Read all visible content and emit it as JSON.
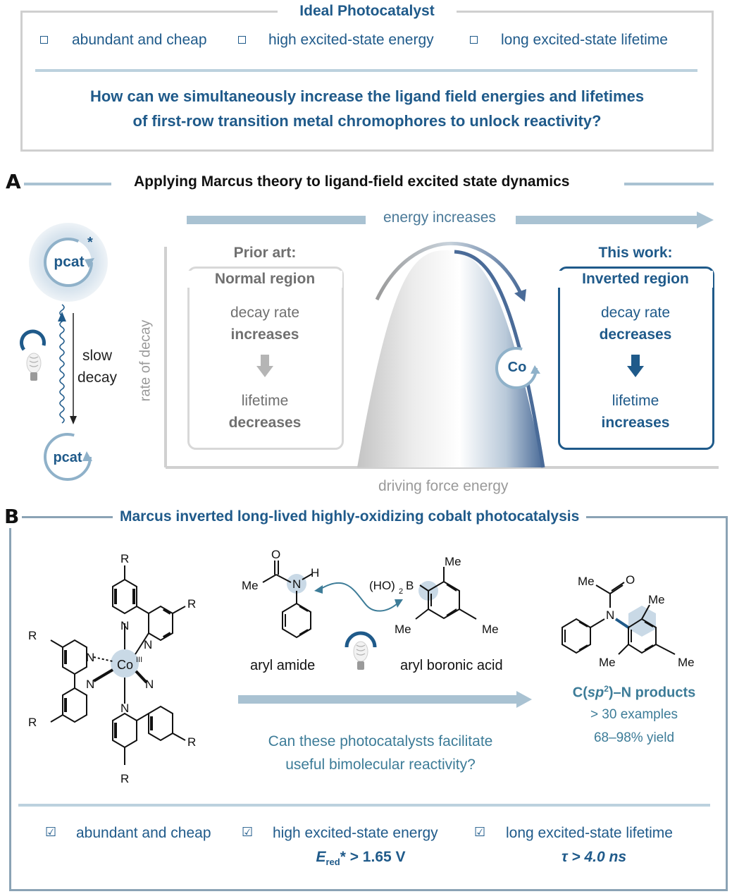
{
  "ideal": {
    "title": "Ideal Photocatalyst",
    "items": [
      "abundant and cheap",
      "high excited-state energy",
      "long excited-state lifetime"
    ],
    "question_line1": "How can we simultaneously increase the ligand field energies and lifetimes",
    "question_line2": "of first-row transition metal chromophores to unlock reactivity?"
  },
  "sectionA": {
    "letter": "A",
    "title": "Applying Marcus theory to ligand-field excited state dynamics",
    "pcat_top": "pcat",
    "pcat_star": "*",
    "pcat_bottom": "pcat",
    "slow_decay_1": "slow",
    "slow_decay_2": "decay",
    "energy_label": "energy increases",
    "y_axis": "rate of decay",
    "x_axis": "driving force energy",
    "prior_title": "Prior art:",
    "prior_region": "Normal region",
    "prior_l1": "decay rate",
    "prior_l2": "increases",
    "prior_l3": "lifetime",
    "prior_l4": "decreases",
    "this_title": "This work:",
    "this_region": "Inverted region",
    "this_l1": "decay rate",
    "this_l2": "decreases",
    "this_l3": "lifetime",
    "this_l4": "increases",
    "co_label": "Co"
  },
  "sectionB": {
    "letter": "B",
    "title": "Marcus inverted long-lived highly-oxidizing cobalt photocatalysis",
    "complex": {
      "R": "R",
      "N": "N",
      "Co": "Co",
      "ox": "III"
    },
    "amide": {
      "O": "O",
      "Me": "Me",
      "N": "N",
      "H": "H",
      "label": "aryl amide"
    },
    "boronic": {
      "HO": "(HO)",
      "two": "2",
      "B": "B",
      "Me": "Me",
      "label": "aryl boronic acid"
    },
    "product": {
      "Me": "Me",
      "O": "O",
      "N": "N"
    },
    "products_title": "C(sp2)–N products",
    "examples": "> 30 examples",
    "yield": "68–98% yield",
    "question_line1": "Can these photocatalysts facilitate",
    "question_line2": "useful bimolecular reactivity?",
    "bottom": [
      {
        "label": "abundant and cheap"
      },
      {
        "label": "high excited-state energy",
        "sub": "E_red* > 1.65 V"
      },
      {
        "label": "long excited-state lifetime",
        "sub": "τ > 4.0 ns"
      }
    ],
    "ered_E": "E",
    "ered_sub": "red",
    "ered_rest": "* > 1.65 V",
    "tau": "τ > 4.0 ns"
  },
  "colors": {
    "blue": "#1f5a8a",
    "light_blue": "#a9c2d2",
    "grey_border": "#c8c8c8",
    "box_border": "#8ba3b5"
  }
}
